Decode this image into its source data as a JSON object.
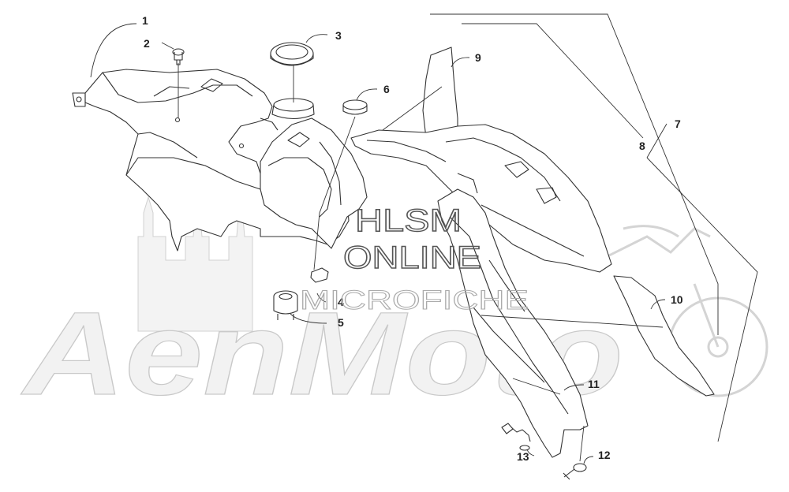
{
  "watermark": {
    "brand": "AenMoto",
    "line1": "HLSM",
    "line2": "ONLINE",
    "line3": "MICROFICHE"
  },
  "callouts": [
    {
      "id": "callout-1",
      "label": "1"
    },
    {
      "id": "callout-2",
      "label": "2"
    },
    {
      "id": "callout-3",
      "label": "3"
    },
    {
      "id": "callout-4",
      "label": "4"
    },
    {
      "id": "callout-5",
      "label": "5"
    },
    {
      "id": "callout-6",
      "label": "6"
    },
    {
      "id": "callout-7",
      "label": "7"
    },
    {
      "id": "callout-8",
      "label": "8"
    },
    {
      "id": "callout-9",
      "label": "9"
    },
    {
      "id": "callout-10",
      "label": "10"
    },
    {
      "id": "callout-11",
      "label": "11"
    },
    {
      "id": "callout-12",
      "label": "12"
    },
    {
      "id": "callout-13",
      "label": "13"
    }
  ]
}
